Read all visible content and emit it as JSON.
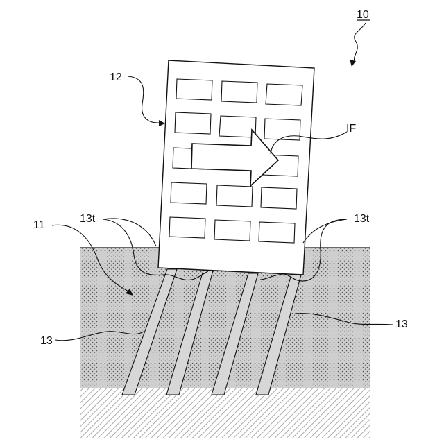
{
  "figure": {
    "labels": {
      "figure_number": "10",
      "building": "12",
      "force": "IF",
      "ground": "11",
      "pile_tip_left": "13t",
      "pile_tip_right": "13t",
      "pile_left": "13",
      "pile_right": "13"
    },
    "colors": {
      "line": "#111111",
      "soil_fill": "#cfcfcf",
      "soil_dots": "#555555",
      "bedrock_hatch": "#aaaaaa",
      "pile_fill": "#d7d7d7",
      "background": "#ffffff"
    }
  }
}
